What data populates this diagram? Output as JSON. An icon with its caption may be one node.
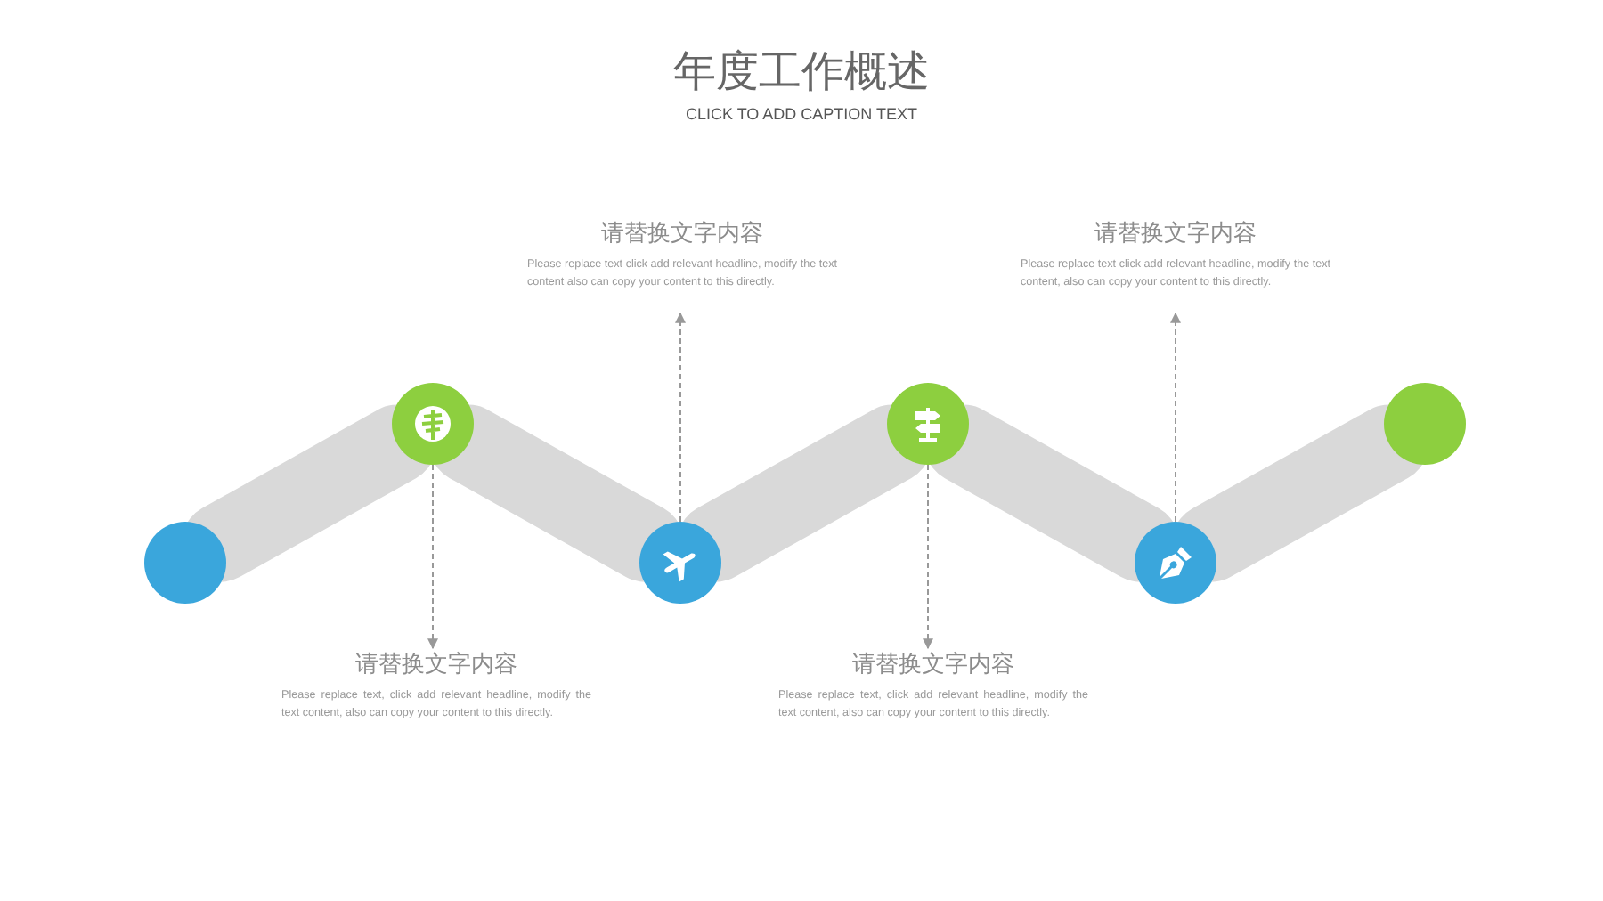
{
  "diagram": {
    "title": "年度工作概述",
    "nodes": [
      {
        "text": [],
        "shape": "circle"
      },
      {
        "text": [],
        "shape": "circle"
      },
      {
        "text": [],
        "shape": "circle"
      },
      {
        "text": [],
        "shape": "circle"
      },
      {
        "text": [],
        "shape": "circle"
      },
      {
        "text": [],
        "shape": "circle"
      },
      {
        "text": [
          "请替换文字内容",
          "Please replace text click add relevant headline, modify the text content also can copy your content to this directly."
        ]
      },
      {
        "text": [
          "请替换文字内容",
          "Please replace text click add relevant headline, modify the text content, also can copy your content to this directly."
        ]
      },
      {
        "text": [
          "请替换文字内容",
          "Please replace text, click add relevant headline, modify the text content, also can copy your content to this directly."
        ]
      },
      {
        "text": [
          "请替换文字内容",
          "Please replace text, click add relevant headline, modify the text content, also can copy your content to this directly."
        ]
      }
    ],
    "edges": [
      {
        "from": 0,
        "to": 1,
        "arrow": "none"
      },
      {
        "from": 1,
        "to": 2,
        "arrow": "none"
      },
      {
        "from": 2,
        "to": 3,
        "arrow": "none"
      },
      {
        "from": 3,
        "to": 4,
        "arrow": "none"
      },
      {
        "from": 4,
        "to": 5,
        "arrow": "none"
      },
      {
        "from": 1,
        "to": 8,
        "arrow": "to",
        "style": "dashed",
        "color": "#999999"
      },
      {
        "from": 2,
        "to": 6,
        "arrow": "to",
        "style": "dashed",
        "color": "#999999"
      },
      {
        "from": 3,
        "to": 9,
        "arrow": "to",
        "style": "dashed",
        "color": "#999999"
      },
      {
        "from": 4,
        "to": 7,
        "arrow": "to",
        "style": "dashed",
        "color": "#999999"
      }
    ],
    "labels": [
      "CLICK TO ADD CAPTION TEXT"
    ]
  }
}
